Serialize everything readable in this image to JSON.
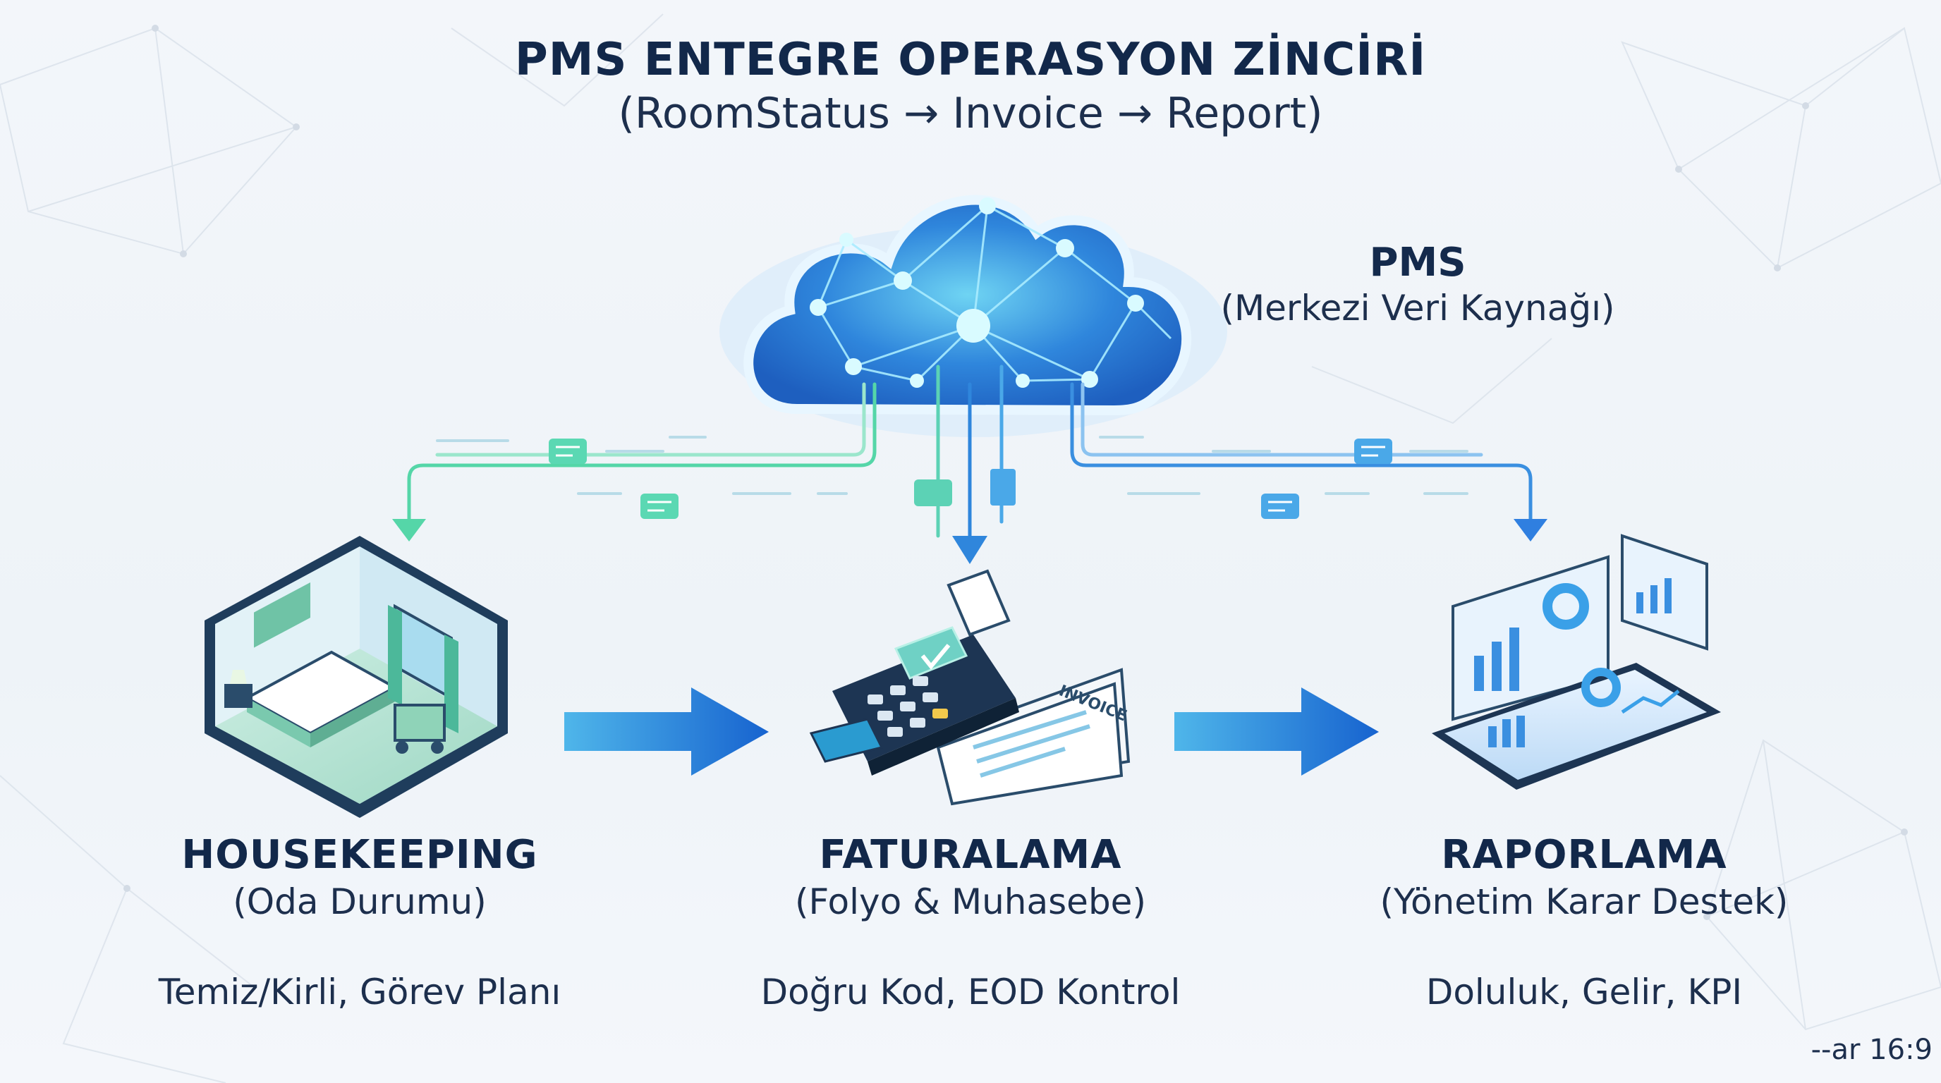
{
  "header": {
    "title": "PMS ENTEGRE OPERASYON ZİNCİRİ",
    "subtitle": "(RoomStatus → Invoice → Report)"
  },
  "hub": {
    "label": "PMS",
    "sublabel": "(Merkezi Veri Kaynağı)",
    "icon": "cloud-network-icon"
  },
  "stages": [
    {
      "title": "HOUSEKEEPING",
      "subtitle": "(Oda Durumu)",
      "description": "Temiz/Kirli, Görev Planı",
      "icon": "hotel-room-icon"
    },
    {
      "title": "FATURALAMA",
      "subtitle": "(Folyo & Muhasebe)",
      "description": "Doğru Kod, EOD Kontrol",
      "icon": "payment-terminal-invoice-icon"
    },
    {
      "title": "RAPORLAMA",
      "subtitle": "(Yönetim Karar Destek)",
      "description": "Doluluk, Gelir, KPI",
      "icon": "analytics-dashboard-icon"
    }
  ],
  "invoice_stamp": "INVOICE",
  "aspect_tag": "--ar 16:9",
  "colors": {
    "navy": "#12284a",
    "teal": "#3fcf9a",
    "blue": "#1f74d6",
    "cloud": "#2f86dc"
  }
}
